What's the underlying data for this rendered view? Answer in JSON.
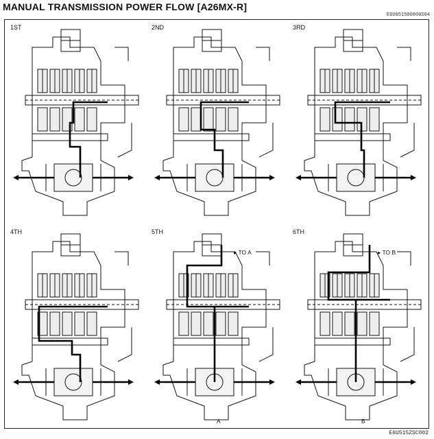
{
  "header": {
    "title": "MANUAL TRANSMISSION POWER FLOW [A26MX-R]",
    "doc_id": "E6U051500000S04"
  },
  "footer": {
    "figure_id": "E6U515ZSC002"
  },
  "panels": [
    {
      "label": "1ST"
    },
    {
      "label": "2ND"
    },
    {
      "label": "3RD"
    },
    {
      "label": "4TH"
    },
    {
      "label": "5TH",
      "to_text": "TO",
      "to_target": "A",
      "ref_bottom": "A"
    },
    {
      "label": "6TH",
      "to_text": "TO",
      "to_target": "B",
      "ref_bottom": "B"
    }
  ]
}
